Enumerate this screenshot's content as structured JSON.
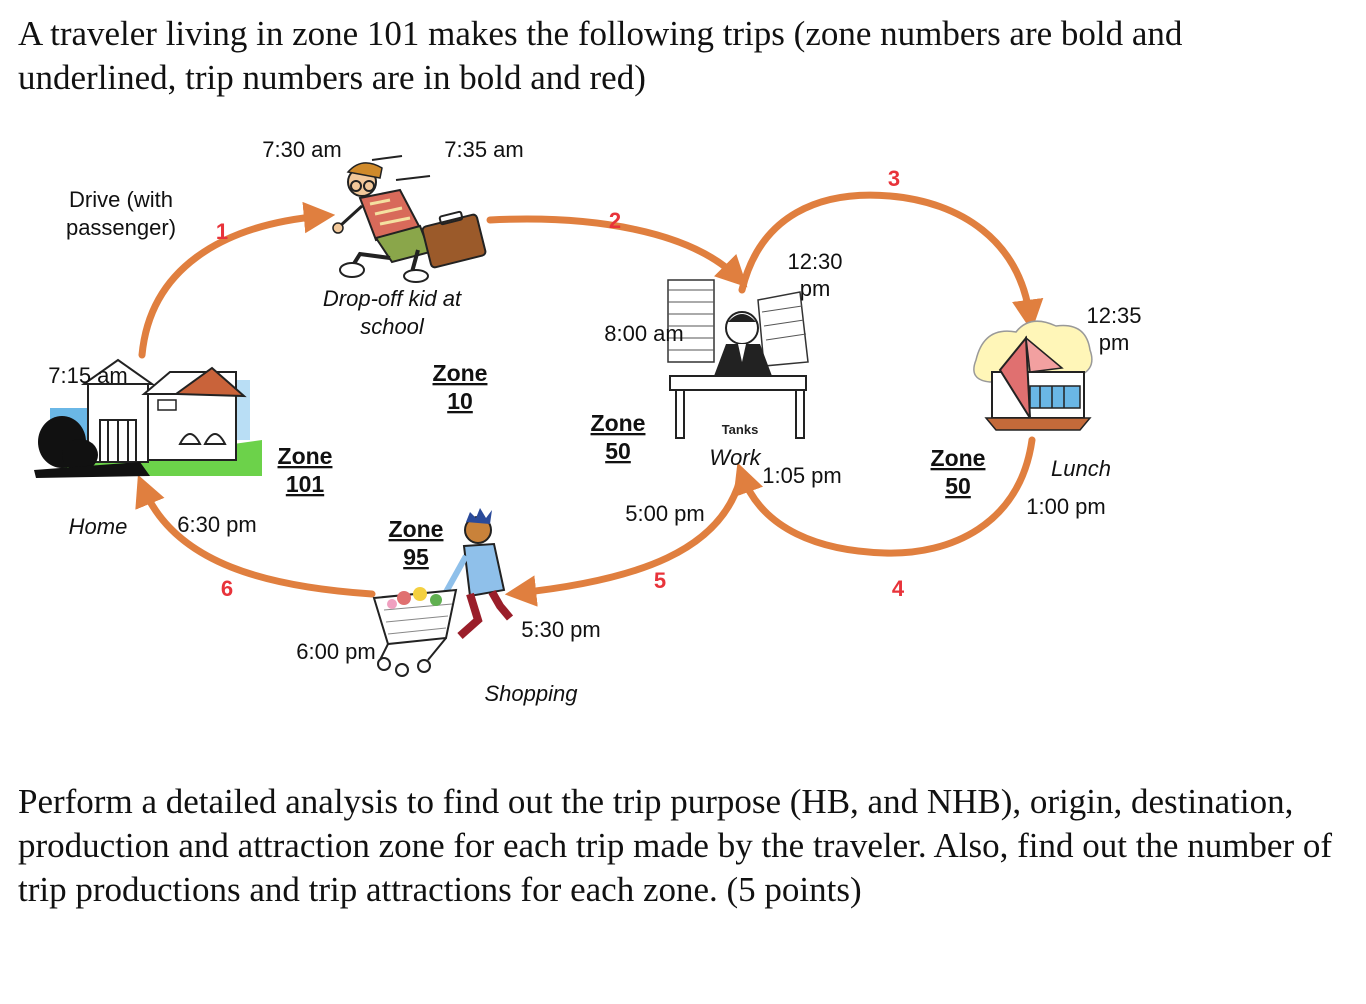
{
  "intro": "A traveler living in zone 101 makes the following trips (zone numbers are bold and underlined, trip numbers are in bold and red)",
  "task": "Perform a detailed analysis to find out the trip purpose (HB, and NHB), origin, destination, production and attraction zone for each trip made by the traveler. Also, find out the number of trip productions and trip attractions for each zone. (5 points)",
  "colors": {
    "arrow": "#e07f3f",
    "trip_number": "#e8333a"
  },
  "places": {
    "home": "Home",
    "school": [
      "Drop-off kid at",
      "school"
    ],
    "work": "Work",
    "lunch": "Lunch",
    "shopping": "Shopping"
  },
  "mode_note": [
    "Drive (with",
    "passenger)"
  ],
  "zones": {
    "home": [
      "Zone",
      "101"
    ],
    "school": [
      "Zone",
      "10"
    ],
    "work": [
      "Zone",
      "50"
    ],
    "lunch": [
      "Zone",
      "50"
    ],
    "shopping": [
      "Zone",
      "95"
    ]
  },
  "times": {
    "t0715": "7:15 am",
    "t0730": "7:30 am",
    "t0735": "7:35 am",
    "t0800": "8:00 am",
    "t1230": [
      "12:30",
      "pm"
    ],
    "t1235": [
      "12:35",
      "pm"
    ],
    "t1300": "1:00 pm",
    "t1305": "1:05 pm",
    "t1700": "5:00 pm",
    "t1730": "5:30 pm",
    "t1800": "6:00 pm",
    "t1830": "6:30 pm"
  },
  "trips": [
    "1",
    "2",
    "3",
    "4",
    "5",
    "6"
  ],
  "illustration_residual": "Tanks",
  "icons": [
    "house-icon",
    "running-parent-icon",
    "office-worker-icon",
    "restaurant-icon",
    "shopping-cart-icon"
  ]
}
